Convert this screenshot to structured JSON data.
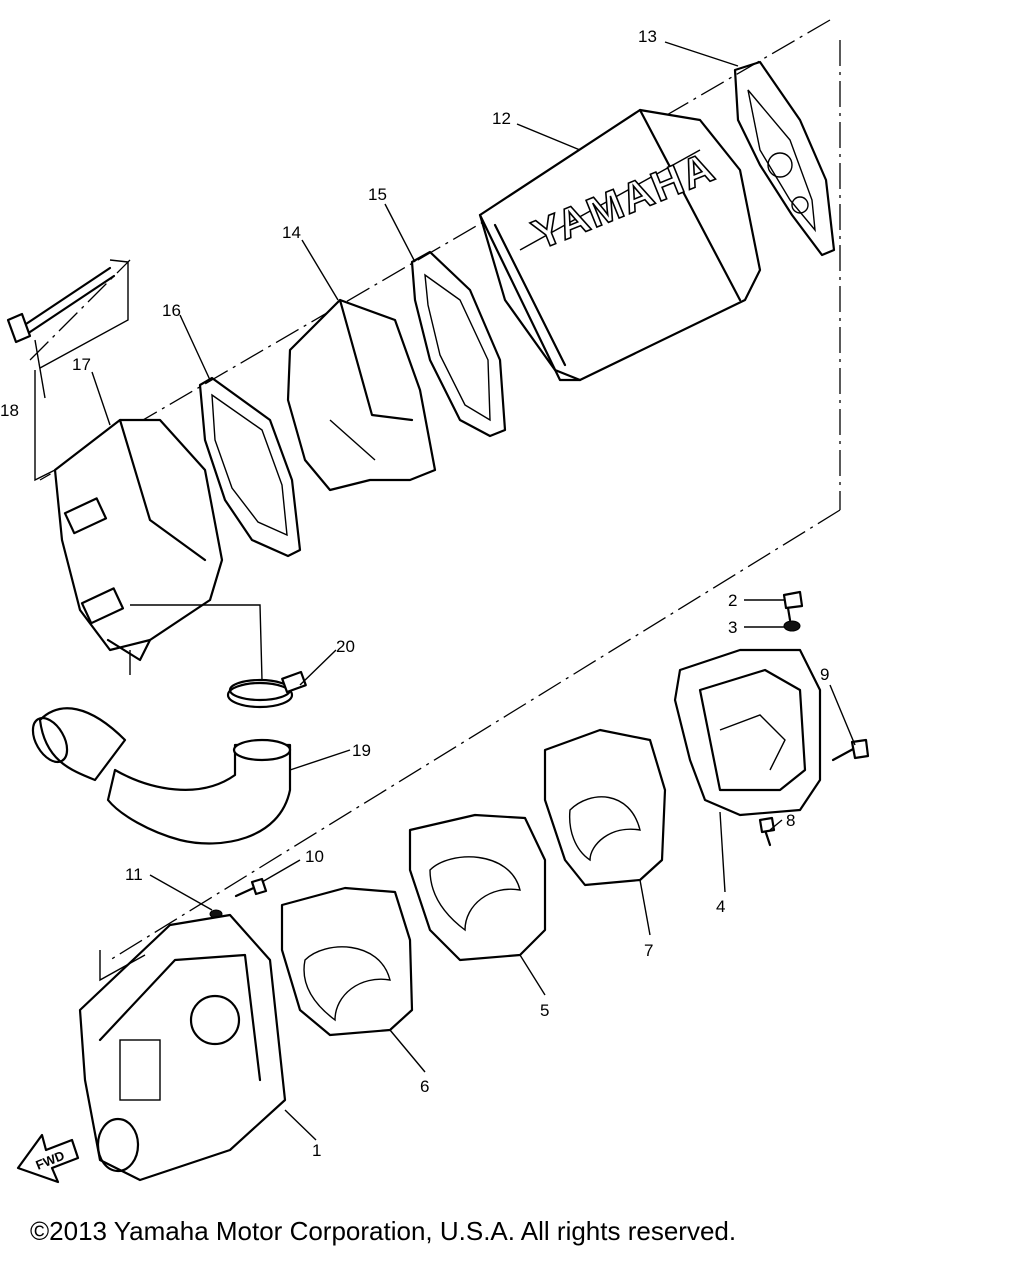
{
  "copyright": "©2013 Yamaha Motor Corporation, U.S.A. All rights reserved.",
  "brand_marking": "YAMAHA",
  "direction_marking": "FWD",
  "callouts": [
    "1",
    "2",
    "3",
    "4",
    "5",
    "6",
    "7",
    "8",
    "9",
    "10",
    "11",
    "12",
    "13",
    "14",
    "15",
    "16",
    "17",
    "18",
    "19",
    "20"
  ]
}
